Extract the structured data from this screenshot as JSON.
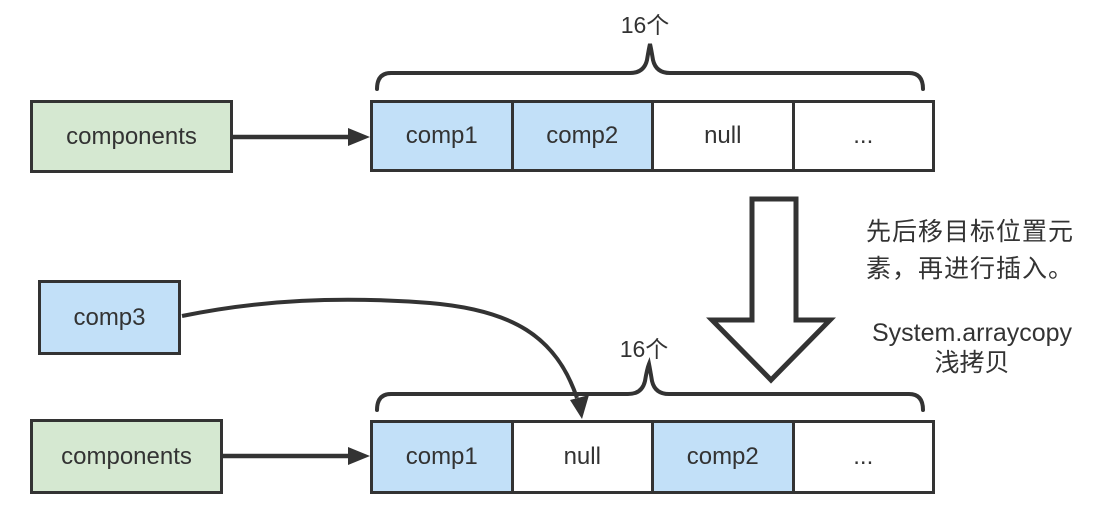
{
  "colors": {
    "background": "#ffffff",
    "line": "#333333",
    "text": "#333333",
    "green_fill": "#d5e8d1",
    "blue_fill": "#c2e0f8",
    "cell_fill": "#ffffff"
  },
  "before": {
    "pointer_label": "components",
    "capacity_label": "16个",
    "cells": [
      {
        "label": "comp1",
        "highlight": true
      },
      {
        "label": "comp2",
        "highlight": true
      },
      {
        "label": "null",
        "highlight": false
      },
      {
        "label": "...",
        "highlight": false
      }
    ]
  },
  "after": {
    "pointer_label": "components",
    "capacity_label": "16个",
    "new_element_label": "comp3",
    "cells": [
      {
        "label": "comp1",
        "highlight": true
      },
      {
        "label": "null",
        "highlight": false
      },
      {
        "label": "comp2",
        "highlight": true
      },
      {
        "label": "...",
        "highlight": false
      }
    ]
  },
  "annotations": {
    "step_note": "先后移目标位置元素，再进行插入。",
    "api_name": "System.arraycopy",
    "api_note": "浅拷贝"
  }
}
